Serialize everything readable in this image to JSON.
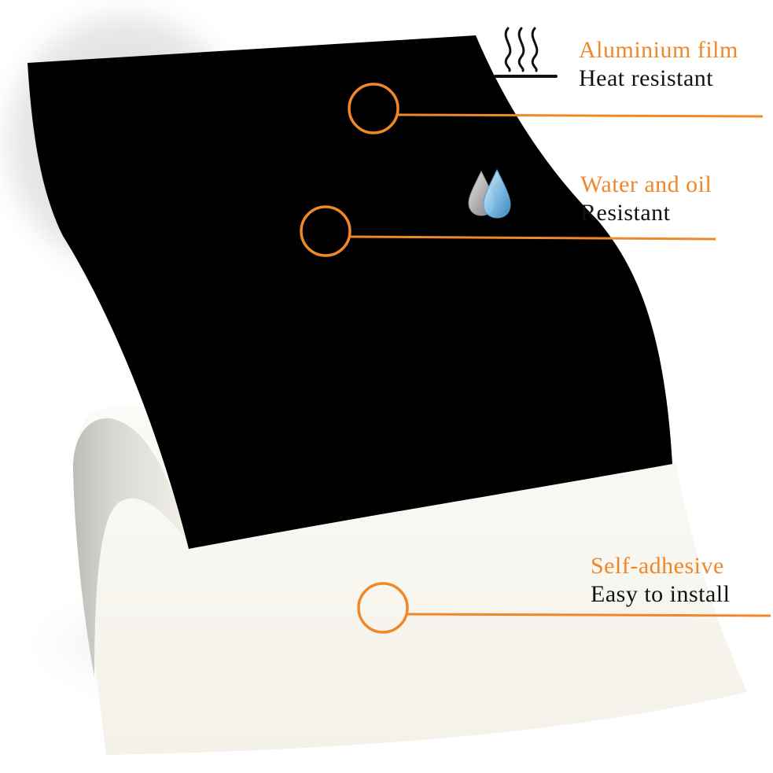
{
  "features": [
    {
      "title": "Aluminium film",
      "subtitle": "Heat resistant",
      "icon": "heat-waves-icon"
    },
    {
      "title": "Water and oil",
      "subtitle": "Resistant",
      "icon": "water-drops-icon"
    },
    {
      "title": "Self-adhesive",
      "subtitle": "Easy to install",
      "icon": "none"
    }
  ],
  "colors": {
    "accent": "#f0882a",
    "sheet": "#000000",
    "backing": "#f7f5ee",
    "text": "#111111"
  }
}
